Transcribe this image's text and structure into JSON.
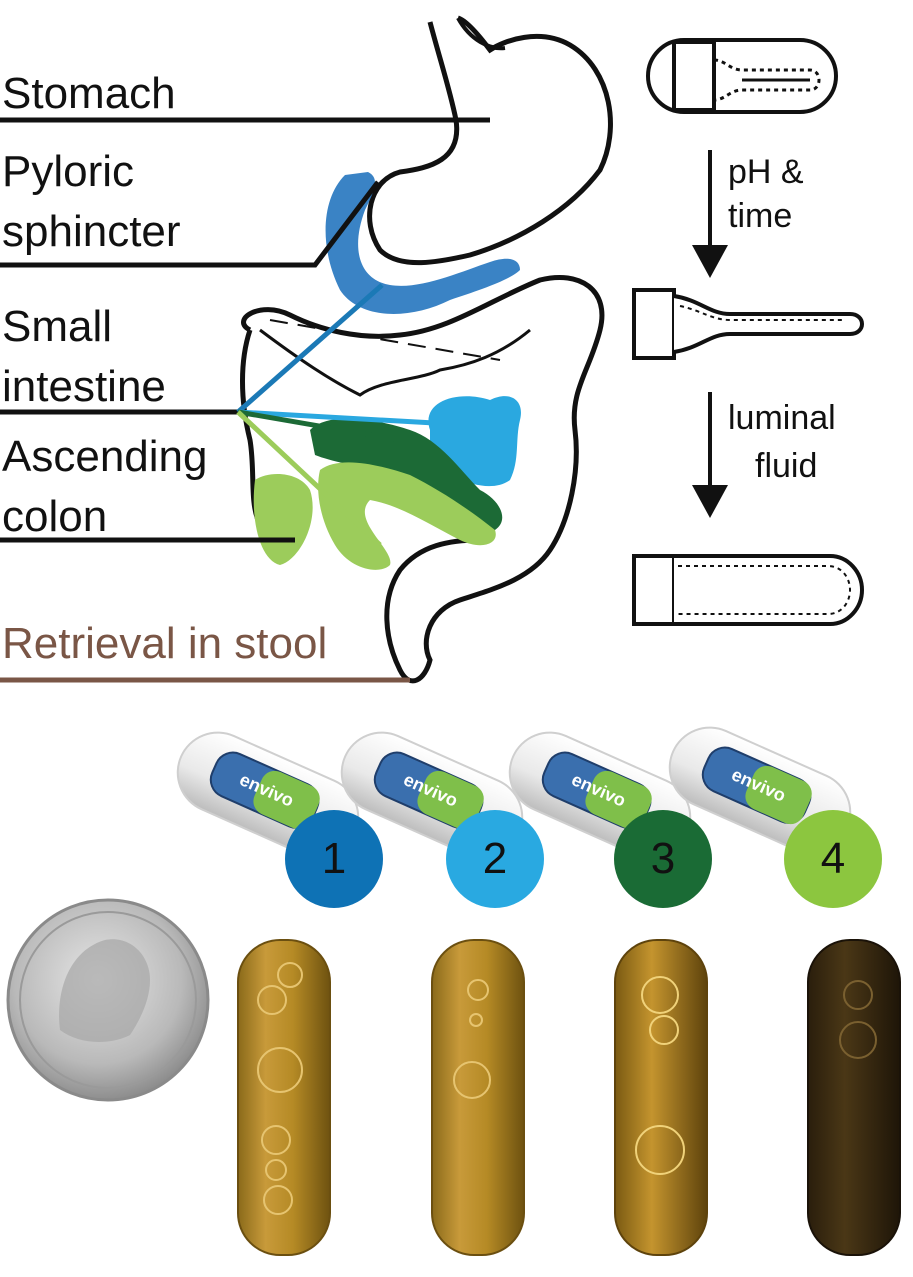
{
  "labels": {
    "stomach": "Stomach",
    "pyloric_line1": "Pyloric",
    "pyloric_line2": "sphincter",
    "small_line1": "Small",
    "small_line2": "intestine",
    "ascending_line1": "Ascending",
    "ascending_line2": "colon",
    "retrieval": "Retrieval in stool"
  },
  "steps": {
    "step1_line1": "pH &",
    "step1_line2": "time",
    "step2_line1": "luminal",
    "step2_line2": "fluid"
  },
  "capsule_logo_text": "envivo",
  "badges": [
    {
      "number": "1",
      "color": "#0e72b5"
    },
    {
      "number": "2",
      "color": "#29a9e1"
    },
    {
      "number": "3",
      "color": "#1a6b35"
    },
    {
      "number": "4",
      "color": "#8cc63f"
    }
  ],
  "colors": {
    "pyloric": "#2f7cc2",
    "small_intestine": "#2aa8e0",
    "jejunum": "#1c6a36",
    "ileum": "#9ccc5b",
    "retrieval": "#7a5646"
  }
}
